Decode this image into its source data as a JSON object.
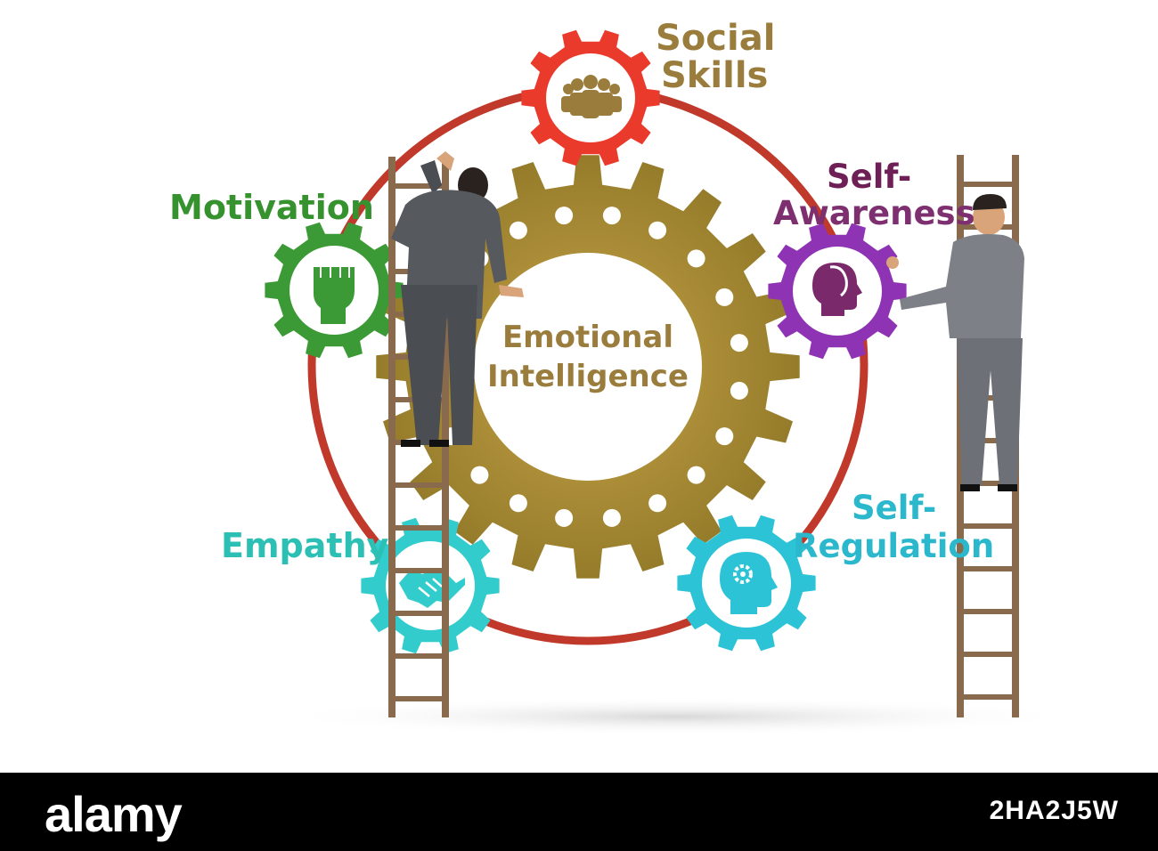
{
  "center": {
    "line1": "Emotional",
    "line2": "Intelligence"
  },
  "nodes": {
    "social": {
      "line1": "Social",
      "line2": "Skills",
      "color": "#ea3a2c",
      "text_color": "#9a7d3c",
      "icon": "people-group-icon"
    },
    "awareness": {
      "line1": "Self-",
      "line2": "Awareness",
      "color": "#8e33b4",
      "text_color": "#6e1f56",
      "icon": "head-profile-icon"
    },
    "regulation": {
      "line1": "Self-",
      "line2": "Regulation",
      "color": "#2cc3d6",
      "text_color": "#2bb8cc",
      "icon": "head-gear-icon"
    },
    "empathy": {
      "label": "Empathy",
      "color": "#33cccc",
      "text_color": "#2cbfb4",
      "icon": "handshake-icon"
    },
    "motivation": {
      "label": "Motivation",
      "color": "#3b9a35",
      "text_color": "#35922e",
      "icon": "raised-fist-icon"
    }
  },
  "colors": {
    "ring": "#c0392b",
    "center_gear": "#a8902f",
    "ladder": "#8a6a4c"
  },
  "footer": {
    "brand": "alamy",
    "image_id": "2HA2J5W"
  }
}
